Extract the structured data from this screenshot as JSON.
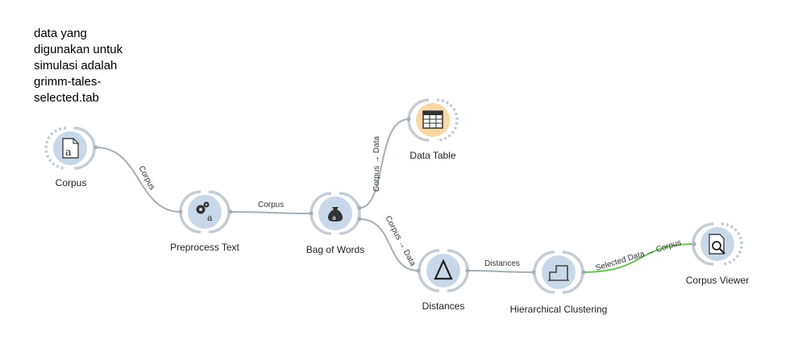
{
  "annotation": {
    "text": "data yang\ndigunakan untuk\nsimulasi adalah\ngrimm-tales-\nselected.tab"
  },
  "nodes": {
    "corpus": {
      "label": "Corpus",
      "icon": "corpus-icon"
    },
    "preprocess": {
      "label": "Preprocess Text",
      "icon": "preprocess-gears-icon"
    },
    "bag_of_words": {
      "label": "Bag of Words",
      "icon": "bag-of-words-icon"
    },
    "data_table": {
      "label": "Data Table",
      "icon": "table-icon"
    },
    "distances": {
      "label": "Distances",
      "icon": "delta-icon"
    },
    "hierarchical": {
      "label": "Hierarchical Clustering",
      "icon": "dendrogram-icon"
    },
    "corpus_viewer": {
      "label": "Corpus Viewer",
      "icon": "document-search-icon"
    }
  },
  "links": {
    "corpus_to_preprocess": "Corpus",
    "preprocess_to_bow": "Corpus",
    "bow_to_table": "Corpus → Data",
    "bow_to_distances": "Corpus → Data",
    "distances_to_hier": "Distances",
    "hier_to_viewer": "Selected Data → Corpus"
  },
  "colors": {
    "node_fill": "#c9d8e8",
    "node_fill_table": "#fbd7a5",
    "link": "#a4afb6",
    "link_active": "#6cbf5a"
  }
}
